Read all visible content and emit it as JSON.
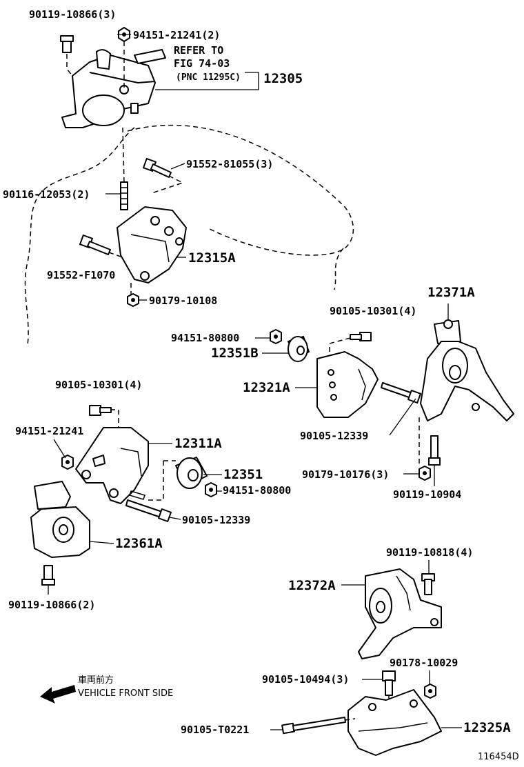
{
  "labels": {
    "p_90119_10866_3": "90119-10866(3)",
    "p_94151_21241_2": "94151-21241(2)",
    "refer_line1": "REFER TO",
    "refer_line2": "FIG 74-03",
    "refer_line3": "(PNC 11295C)",
    "p_12305": "12305",
    "p_91552_81055_3": "91552-81055(3)",
    "p_90116_12053_2": "90116-12053(2)",
    "p_12315A": "12315A",
    "p_91552_F1070": "91552-F1070",
    "p_90179_10108": "90179-10108",
    "p_12371A": "12371A",
    "p_90105_10301_4_right": "90105-10301(4)",
    "p_94151_80800_top": "94151-80800",
    "p_12351B": "12351B",
    "p_12321A": "12321A",
    "p_90105_10301_4_left": "90105-10301(4)",
    "p_94151_21241": "94151-21241",
    "p_12311A": "12311A",
    "p_90105_12339_right": "90105-12339",
    "p_12351": "12351",
    "p_90179_10176_3": "90179-10176(3)",
    "p_94151_80800_bottom": "94151-80800",
    "p_90119_10904": "90119-10904",
    "p_90105_12339_left": "90105-12339",
    "p_12361A": "12361A",
    "p_90119_10818_4": "90119-10818(4)",
    "p_90119_10866_2": "90119-10866(2)",
    "p_12372A": "12372A",
    "front_jp": "車両前方",
    "front_en": "VEHICLE FRONT SIDE",
    "p_90178_10029": "90178-10029",
    "p_90105_10494_3": "90105-10494(3)",
    "p_90105_T0221": "90105-T0221",
    "p_12325A": "12325A",
    "figure_id": "116454D"
  }
}
